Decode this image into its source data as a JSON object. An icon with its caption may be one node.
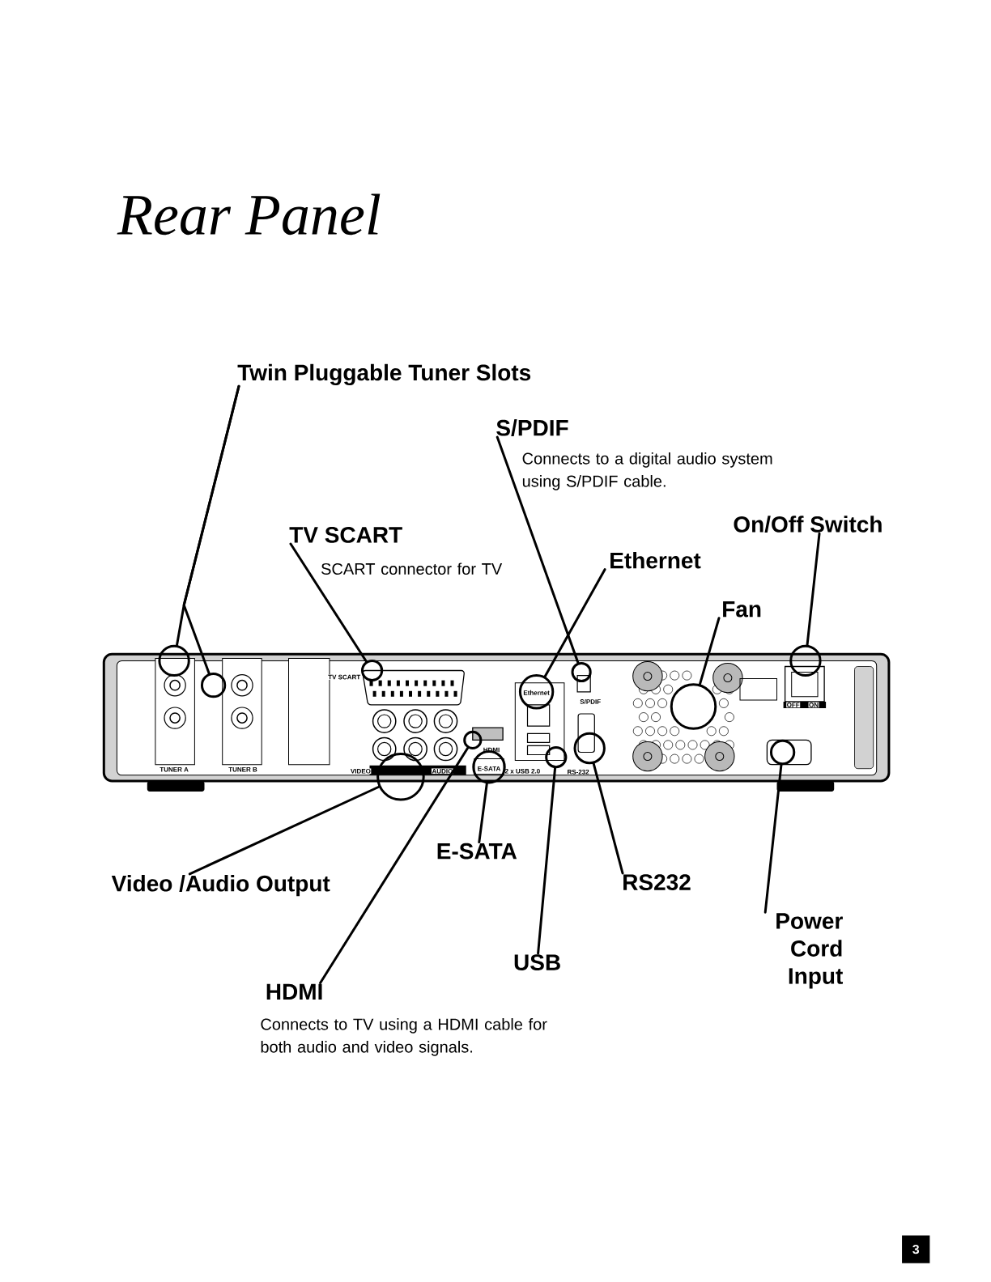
{
  "diagram": {
    "title": "Rear Panel",
    "nodes": [
      {
        "text": [
          "Twin Pluggable Tuner Slots"
        ]
      },
      {
        "text": [
          "S/PDIF",
          "Connects to a digital audio system using S/PDIF cable."
        ]
      },
      {
        "text": [
          "TV SCART",
          "SCART connector for TV"
        ]
      },
      {
        "text": [
          "On/Off Switch"
        ]
      },
      {
        "text": [
          "Ethernet"
        ]
      },
      {
        "text": [
          "Fan"
        ]
      },
      {
        "text": [
          "Video /Audio Output"
        ]
      },
      {
        "text": [
          "E-SATA"
        ]
      },
      {
        "text": [
          "RS232"
        ]
      },
      {
        "text": [
          "HDMI",
          "Connects to TV using a HDMI cable for both audio and video signals."
        ]
      },
      {
        "text": [
          "USB"
        ]
      },
      {
        "text": [
          "Power Cord Input"
        ]
      },
      {
        "text": [],
        "shape": "circle"
      },
      {
        "text": [],
        "shape": "circle"
      },
      {
        "text": [],
        "shape": "circle"
      },
      {
        "text": [],
        "shape": "circle"
      },
      {
        "text": [],
        "shape": "circle"
      },
      {
        "text": [],
        "shape": "circle"
      },
      {
        "text": [],
        "shape": "circle"
      },
      {
        "text": [],
        "shape": "circle"
      },
      {
        "text": [],
        "shape": "circle"
      },
      {
        "text": [],
        "shape": "circle"
      },
      {
        "text": [],
        "shape": "circle"
      },
      {
        "text": [],
        "shape": "circle"
      },
      {
        "text": [],
        "shape": "circle"
      }
    ],
    "edges": [
      {
        "from": 0,
        "to": 12,
        "arrow": "none"
      },
      {
        "from": 0,
        "to": 13,
        "arrow": "none"
      },
      {
        "from": 1,
        "to": 20,
        "arrow": "none"
      },
      {
        "from": 2,
        "to": 14,
        "arrow": "none"
      },
      {
        "from": 3,
        "to": 24,
        "arrow": "none"
      },
      {
        "from": 4,
        "to": 18,
        "arrow": "none"
      },
      {
        "from": 5,
        "to": 22,
        "arrow": "none"
      },
      {
        "from": 6,
        "to": 15,
        "arrow": "none"
      },
      {
        "from": 7,
        "to": 17,
        "arrow": "none"
      },
      {
        "from": 8,
        "to": 21,
        "arrow": "none"
      },
      {
        "from": 9,
        "to": 16,
        "arrow": "none"
      },
      {
        "from": 10,
        "to": 19,
        "arrow": "none"
      },
      {
        "from": 11,
        "to": 23,
        "arrow": "none"
      }
    ],
    "labels": [
      "TUNER A",
      "TUNER B",
      "TV SCART",
      "VIDEO",
      "AUDIO",
      "HDMI",
      "E-SATA",
      "Ethernet",
      "S/PDIF",
      "2 x USB 2.0",
      "RS-232",
      "OFF",
      "ON",
      "3"
    ]
  }
}
